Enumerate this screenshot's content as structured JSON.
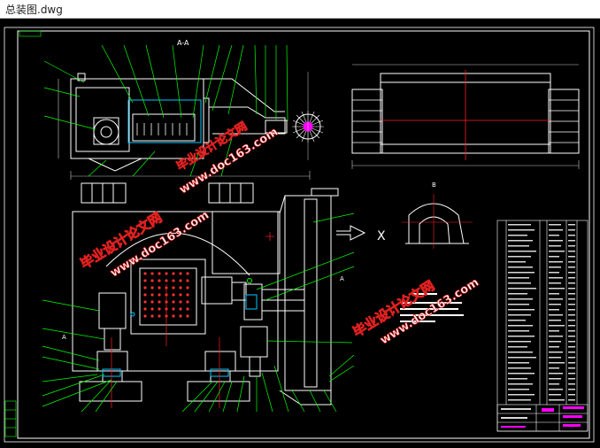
{
  "window": {
    "title": "总装图.dwg"
  },
  "drawing": {
    "section_label": "A-A",
    "view_label": "B",
    "cut_label_left": "A",
    "cut_label_right": "A",
    "cross_mark": "X"
  },
  "watermarks": [
    {
      "text": "毕业设计论文网"
    },
    {
      "text": "www.doc163.com"
    },
    {
      "text": "毕业设计论文网"
    },
    {
      "text": "www.doc163.com"
    },
    {
      "text": "毕业设计论文网"
    },
    {
      "text": "www.doc163.com"
    }
  ],
  "colors": {
    "background": "#000000",
    "outline": "#ffffff",
    "leader": "#00ff00",
    "centerline": "#ff2020",
    "accent": "#00c8ff",
    "dim": "#c8c8c8",
    "watermark_text": "#ffffff",
    "watermark_stroke": "#e02020",
    "title_magenta": "#ff00ff"
  }
}
